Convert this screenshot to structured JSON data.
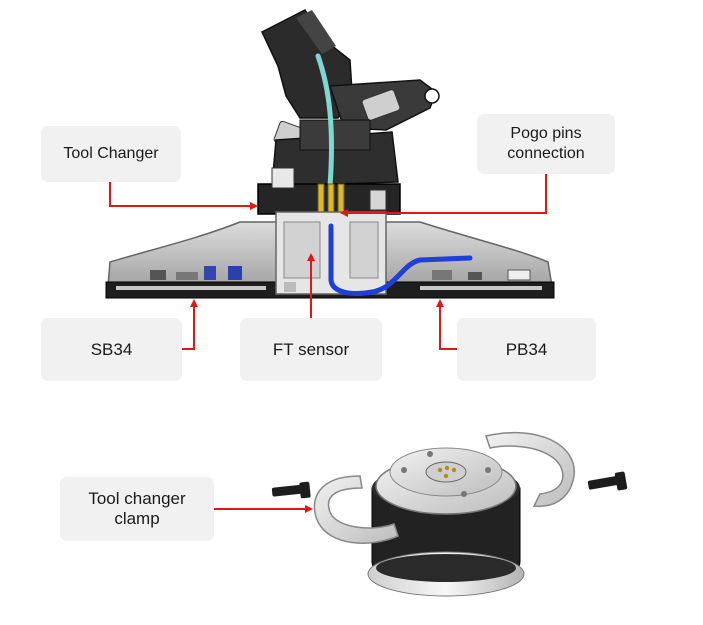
{
  "labels": {
    "tool_changer": "Tool Changer",
    "pogo_line1": "Pogo pins",
    "pogo_line2": "connection",
    "sb34": "SB34",
    "ft_sensor": "FT sensor",
    "pb34": "PB34",
    "clamp_line1": "Tool changer",
    "clamp_line2": "clamp"
  },
  "colors": {
    "label_bg": "#f1f1f1",
    "arrow": "#e01818",
    "cable": "#1f3fd6",
    "tube": "#7fd8d0",
    "pins": "#d8b830",
    "body_dark": "#222222"
  }
}
